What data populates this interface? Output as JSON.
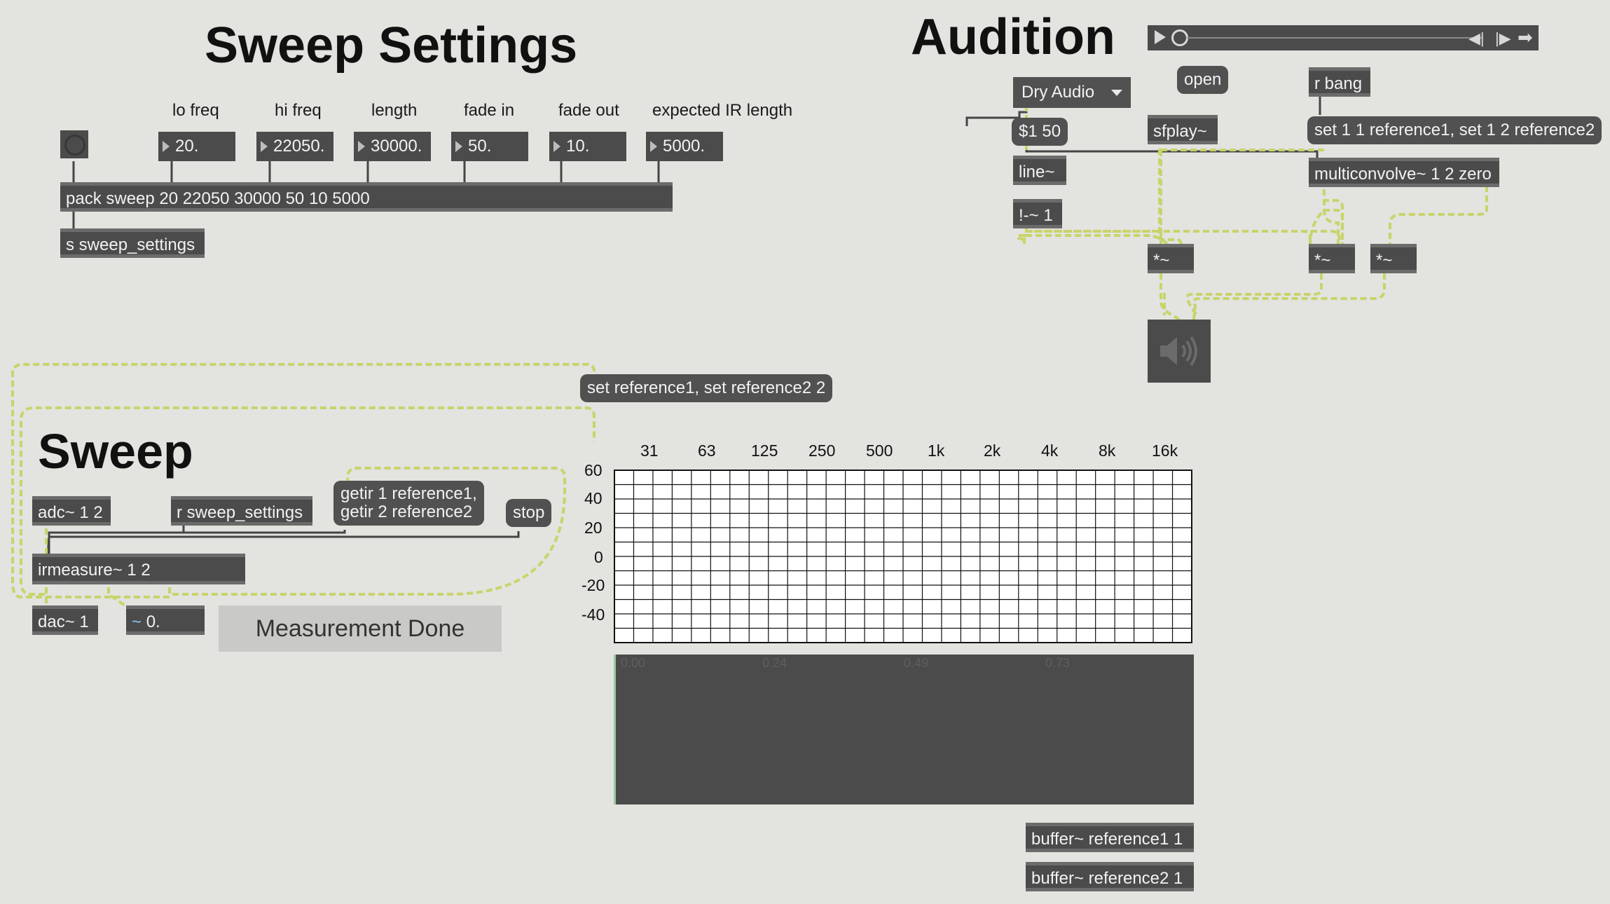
{
  "headings": {
    "sweep_settings": "Sweep Settings",
    "audition": "Audition",
    "sweep": "Sweep"
  },
  "sweep_settings": {
    "labels": [
      "lo freq",
      "hi freq",
      "length",
      "fade in",
      "fade out",
      "expected IR length"
    ],
    "number_boxes": [
      "20.",
      "22050.",
      "30000.",
      "50.",
      "10.",
      "5000."
    ],
    "pack_object": "pack sweep 20 22050 30000 50 10 5000",
    "send_object": "s sweep_settings"
  },
  "audition": {
    "menu_selected": "Dry Audio",
    "open_message": "open",
    "line_message": "$1 50",
    "line_object": "line~",
    "not_object": "!-~ 1",
    "sfplay_object": "sfplay~",
    "r_bang_object": "r bang",
    "set_message": "set 1 1 reference1, set 1 2 reference2",
    "multiconvolve_object": "multiconvolve~ 1 2 zero",
    "mult_objects": [
      "*~",
      "*~",
      "*~"
    ]
  },
  "sweep": {
    "adc_object": "adc~ 1 2",
    "receive_object": "r sweep_settings",
    "getir_message_line1": "getir 1 reference1,",
    "getir_message_line2": "getir 2 reference2",
    "stop_message": "stop",
    "irmeasure_object": "irmeasure~ 1 2",
    "dac_object": "dac~ 1",
    "signal_number": "0.",
    "set_reference_message": "set reference1, set reference2 2",
    "status_button": "Measurement Done"
  },
  "spectrum": {
    "freq_labels": [
      "31",
      "63",
      "125",
      "250",
      "500",
      "1k",
      "2k",
      "4k",
      "8k",
      "16k"
    ],
    "db_labels": [
      "60",
      "40",
      "20",
      "0",
      "-20",
      "-40"
    ]
  },
  "waveform": {
    "time_labels": [
      "0.00",
      "0.24",
      "0.49",
      "0.73"
    ]
  },
  "buffers": [
    "buffer~ reference1 1",
    "buffer~ reference2 1"
  ],
  "colors": {
    "background": "#e3e3df",
    "object": "#4a4b4a",
    "patchcord_signal": "#c8d46a"
  }
}
